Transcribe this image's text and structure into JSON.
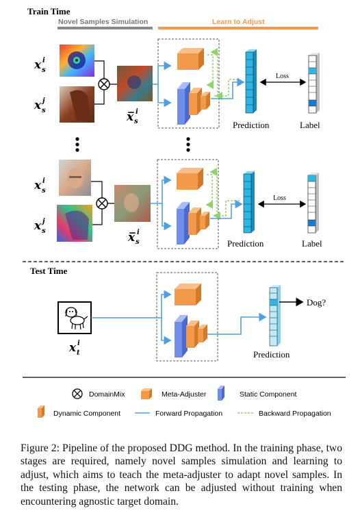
{
  "figure": {
    "train_time_label": "Train Time",
    "test_time_label": "Test Time",
    "stage1_label": "Novel Samples Simulation",
    "stage2_label": "Learn to Adjust",
    "loss_label": "Loss",
    "prediction_label": "Prediction",
    "label_label": "Label",
    "dog_output": "Dog?",
    "input_symbol": "x",
    "mixed_symbol": "x̅",
    "sub_source": "s",
    "sub_target": "t",
    "sup_i": "i",
    "sup_j": "j"
  },
  "legend": {
    "domainmix": "DomainMix",
    "meta_adjuster": "Meta-Adjuster",
    "static_component": "Static Component",
    "dynamic_component": "Dynamic Component",
    "forward": "Forward Propagation",
    "backward": "Backward Propagation"
  },
  "colors": {
    "orange": "#f29a4a",
    "blue": "#6f8ee8",
    "cyan": "#2fb6e3",
    "arrow_blue": "#4f9fe0",
    "arrow_green": "#8fd46a",
    "gray_bar": "#8a8a8a",
    "orange_bar": "#f09a55"
  },
  "caption": "Figure 2: Pipeline of the proposed DDG method. In the training phase, two stages are required, namely novel samples simulation and learning to adjust, which aims to teach the meta-adjuster to adapt novel samples. In the testing phase, the network can be adjusted without training when encountering agnostic target domain."
}
